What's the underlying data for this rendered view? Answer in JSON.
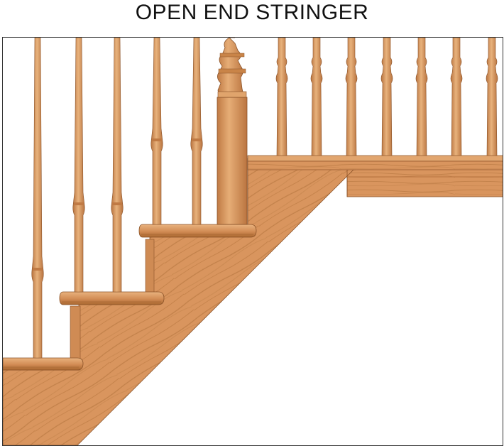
{
  "title": "OPEN END STRINGER",
  "colors": {
    "wood": "#d9955e",
    "wood_light": "#e4a972",
    "wood_dark": "#b8733f",
    "grain": "#c2814a",
    "edge": "#8a5228",
    "frame": "#333333",
    "title": "#111111"
  },
  "diagram": {
    "components": [
      "stair-stringer",
      "treads",
      "risers",
      "baluster-pins",
      "baluster-turned",
      "newel-post",
      "landing-rail",
      "landing-fascia"
    ]
  }
}
